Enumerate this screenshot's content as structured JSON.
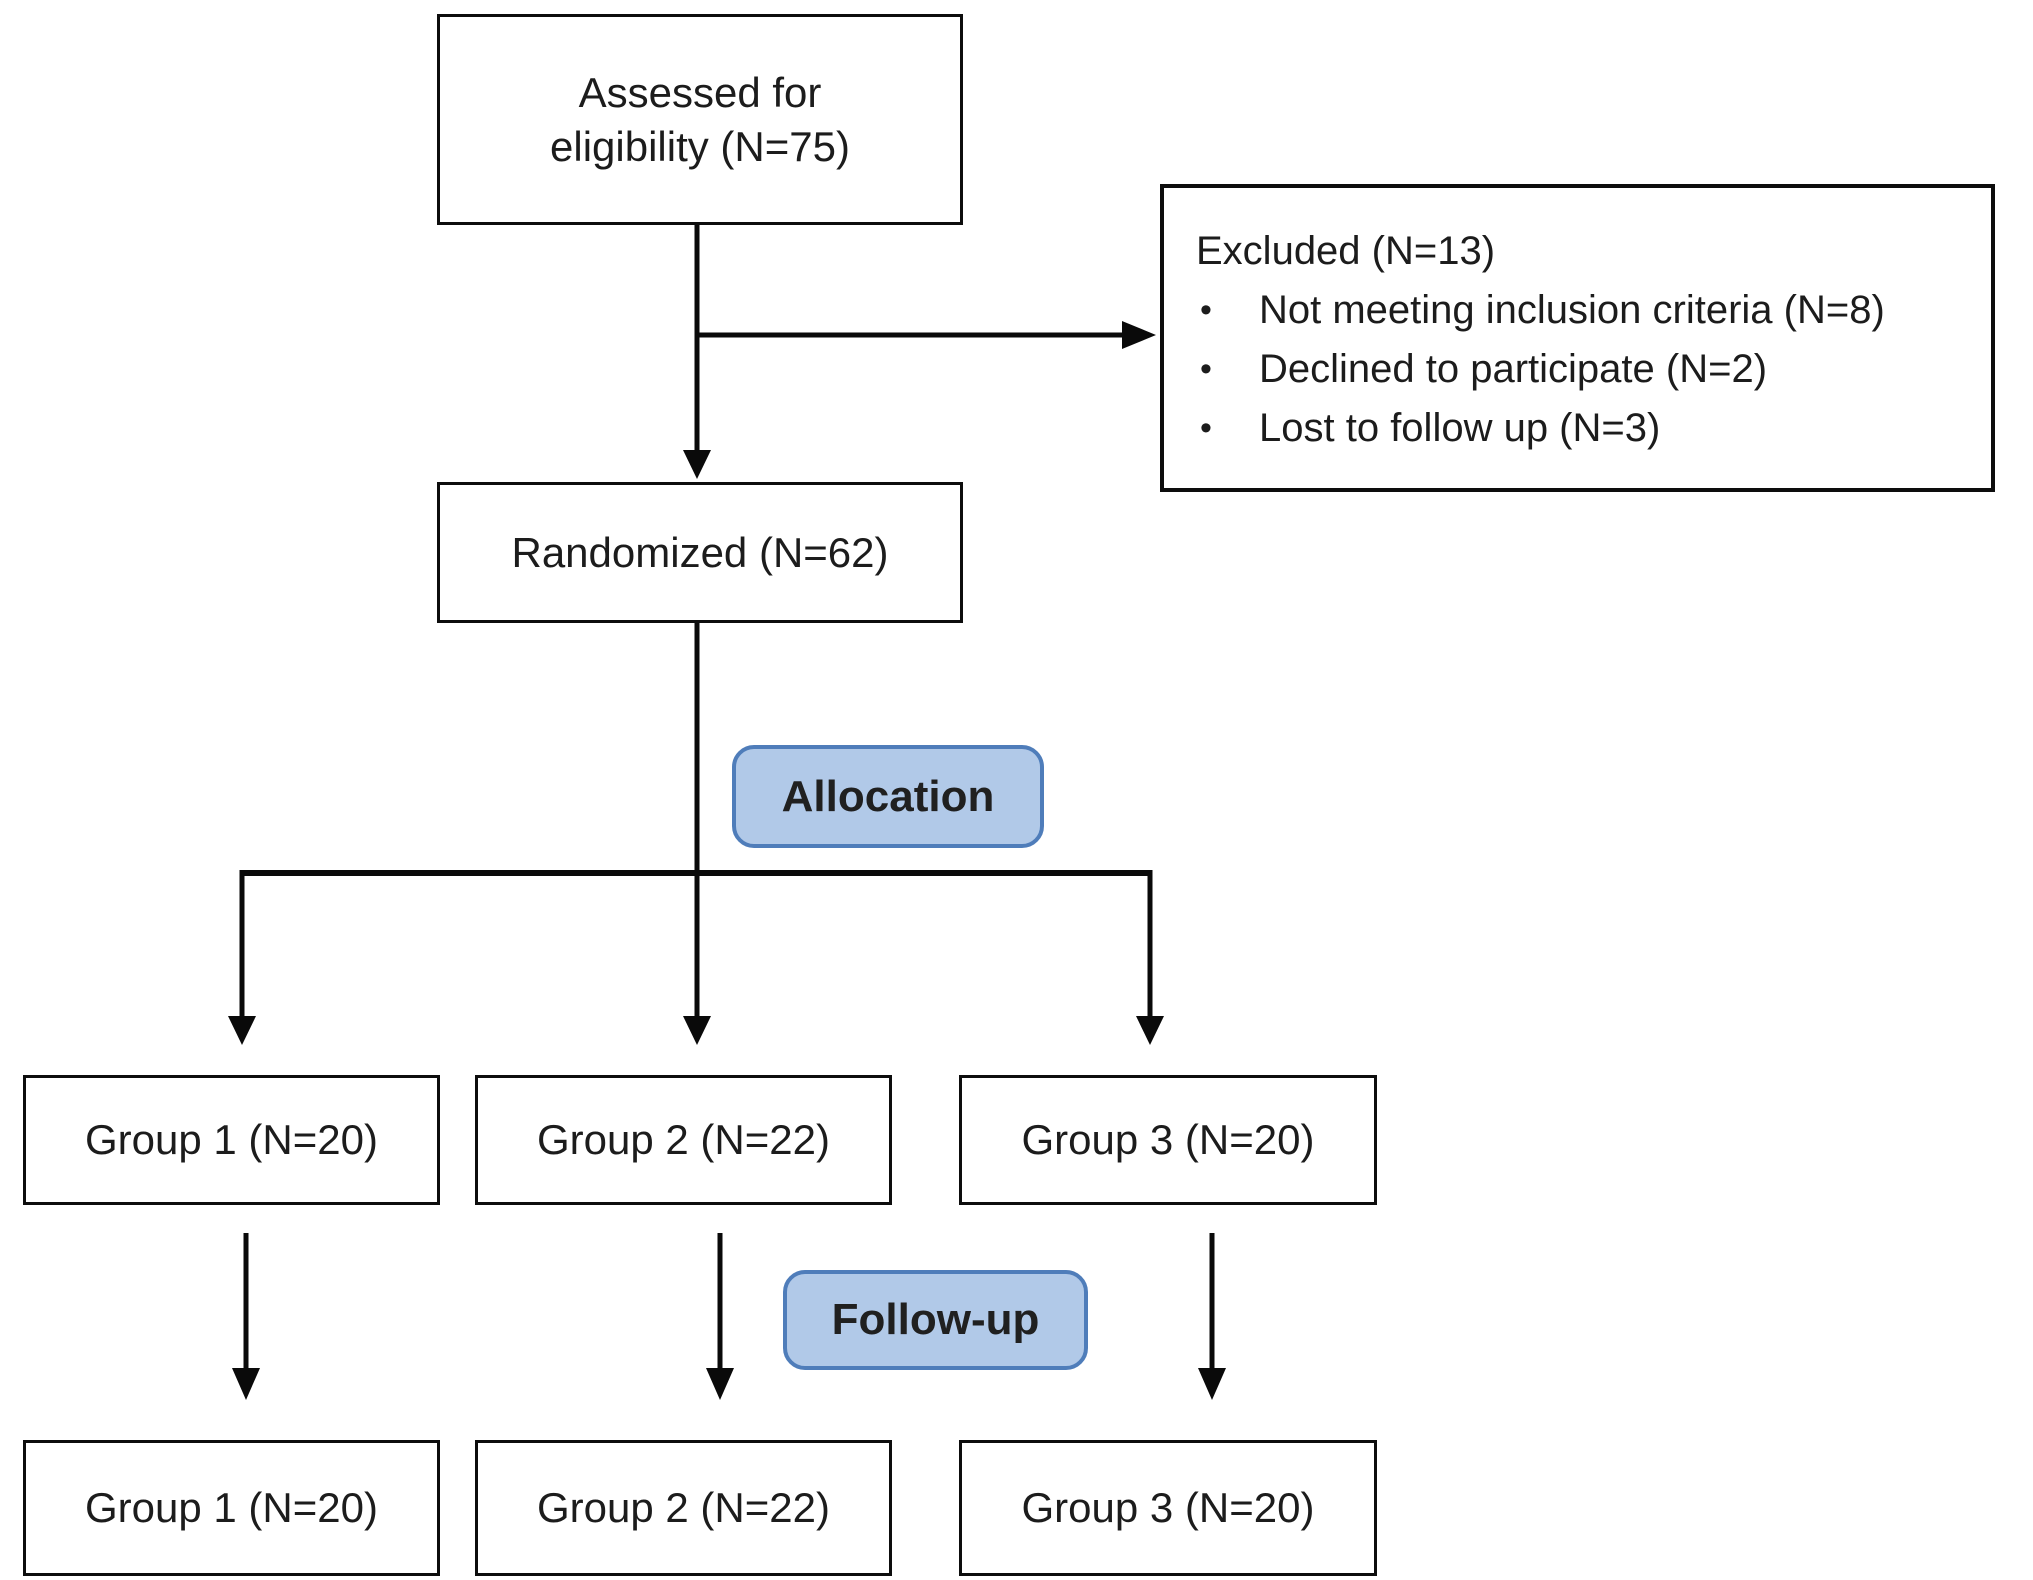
{
  "diagram": {
    "type": "consort-flowchart",
    "nodes": {
      "assessed": {
        "label": "Assessed for\neligibility (N=75)"
      },
      "excluded": {
        "heading": "Excluded (N=13)",
        "bullet_char": "•",
        "items": [
          "Not meeting inclusion criteria (N=8)",
          "Declined to participate (N=2)",
          "Lost to follow up (N=3)"
        ]
      },
      "randomized": {
        "label": "Randomized (N=62)"
      },
      "allocation_stage": {
        "label": "Allocation"
      },
      "followup_stage": {
        "label": "Follow-up"
      },
      "groups_allocation": [
        {
          "label": "Group 1 (N=20)"
        },
        {
          "label": "Group 2 (N=22)"
        },
        {
          "label": "Group 3 (N=20)"
        }
      ],
      "groups_followup": [
        {
          "label": "Group 1 (N=20)"
        },
        {
          "label": "Group 2 (N=22)"
        },
        {
          "label": "Group 3 (N=20)"
        }
      ]
    },
    "counts": {
      "assessed": 75,
      "excluded_total": 13,
      "not_meeting_criteria": 8,
      "declined": 2,
      "lost_to_followup": 3,
      "randomized": 62,
      "group1": 20,
      "group2": 22,
      "group3": 20
    },
    "colors": {
      "pill_fill": "#b1c9e8",
      "pill_border": "#4f7dba",
      "box_border": "#0d0d0d",
      "line": "#0a0a0a",
      "text": "#1c1c1c",
      "background": "#ffffff"
    }
  }
}
